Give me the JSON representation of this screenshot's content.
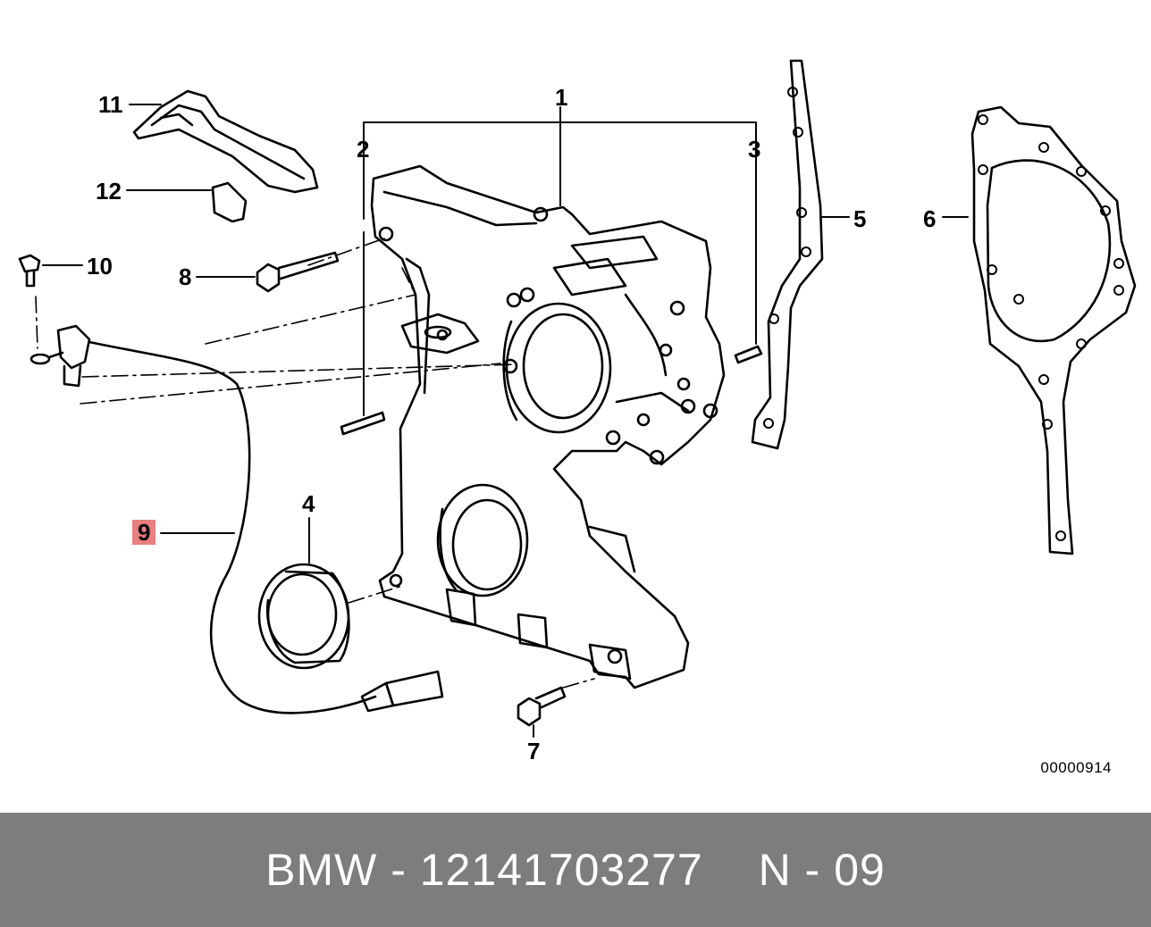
{
  "callouts": {
    "c1": "1",
    "c2": "2",
    "c3": "3",
    "c4": "4",
    "c5": "5",
    "c6": "6",
    "c7": "7",
    "c8": "8",
    "c9": "9",
    "c10": "10",
    "c11": "11",
    "c12": "12"
  },
  "highlight_color": "#e88080",
  "reference_code": "00000914",
  "footer": {
    "brand_part": "BMW - 12141703277",
    "code": "N - 09"
  },
  "footer_bg": "#7d7d7d"
}
